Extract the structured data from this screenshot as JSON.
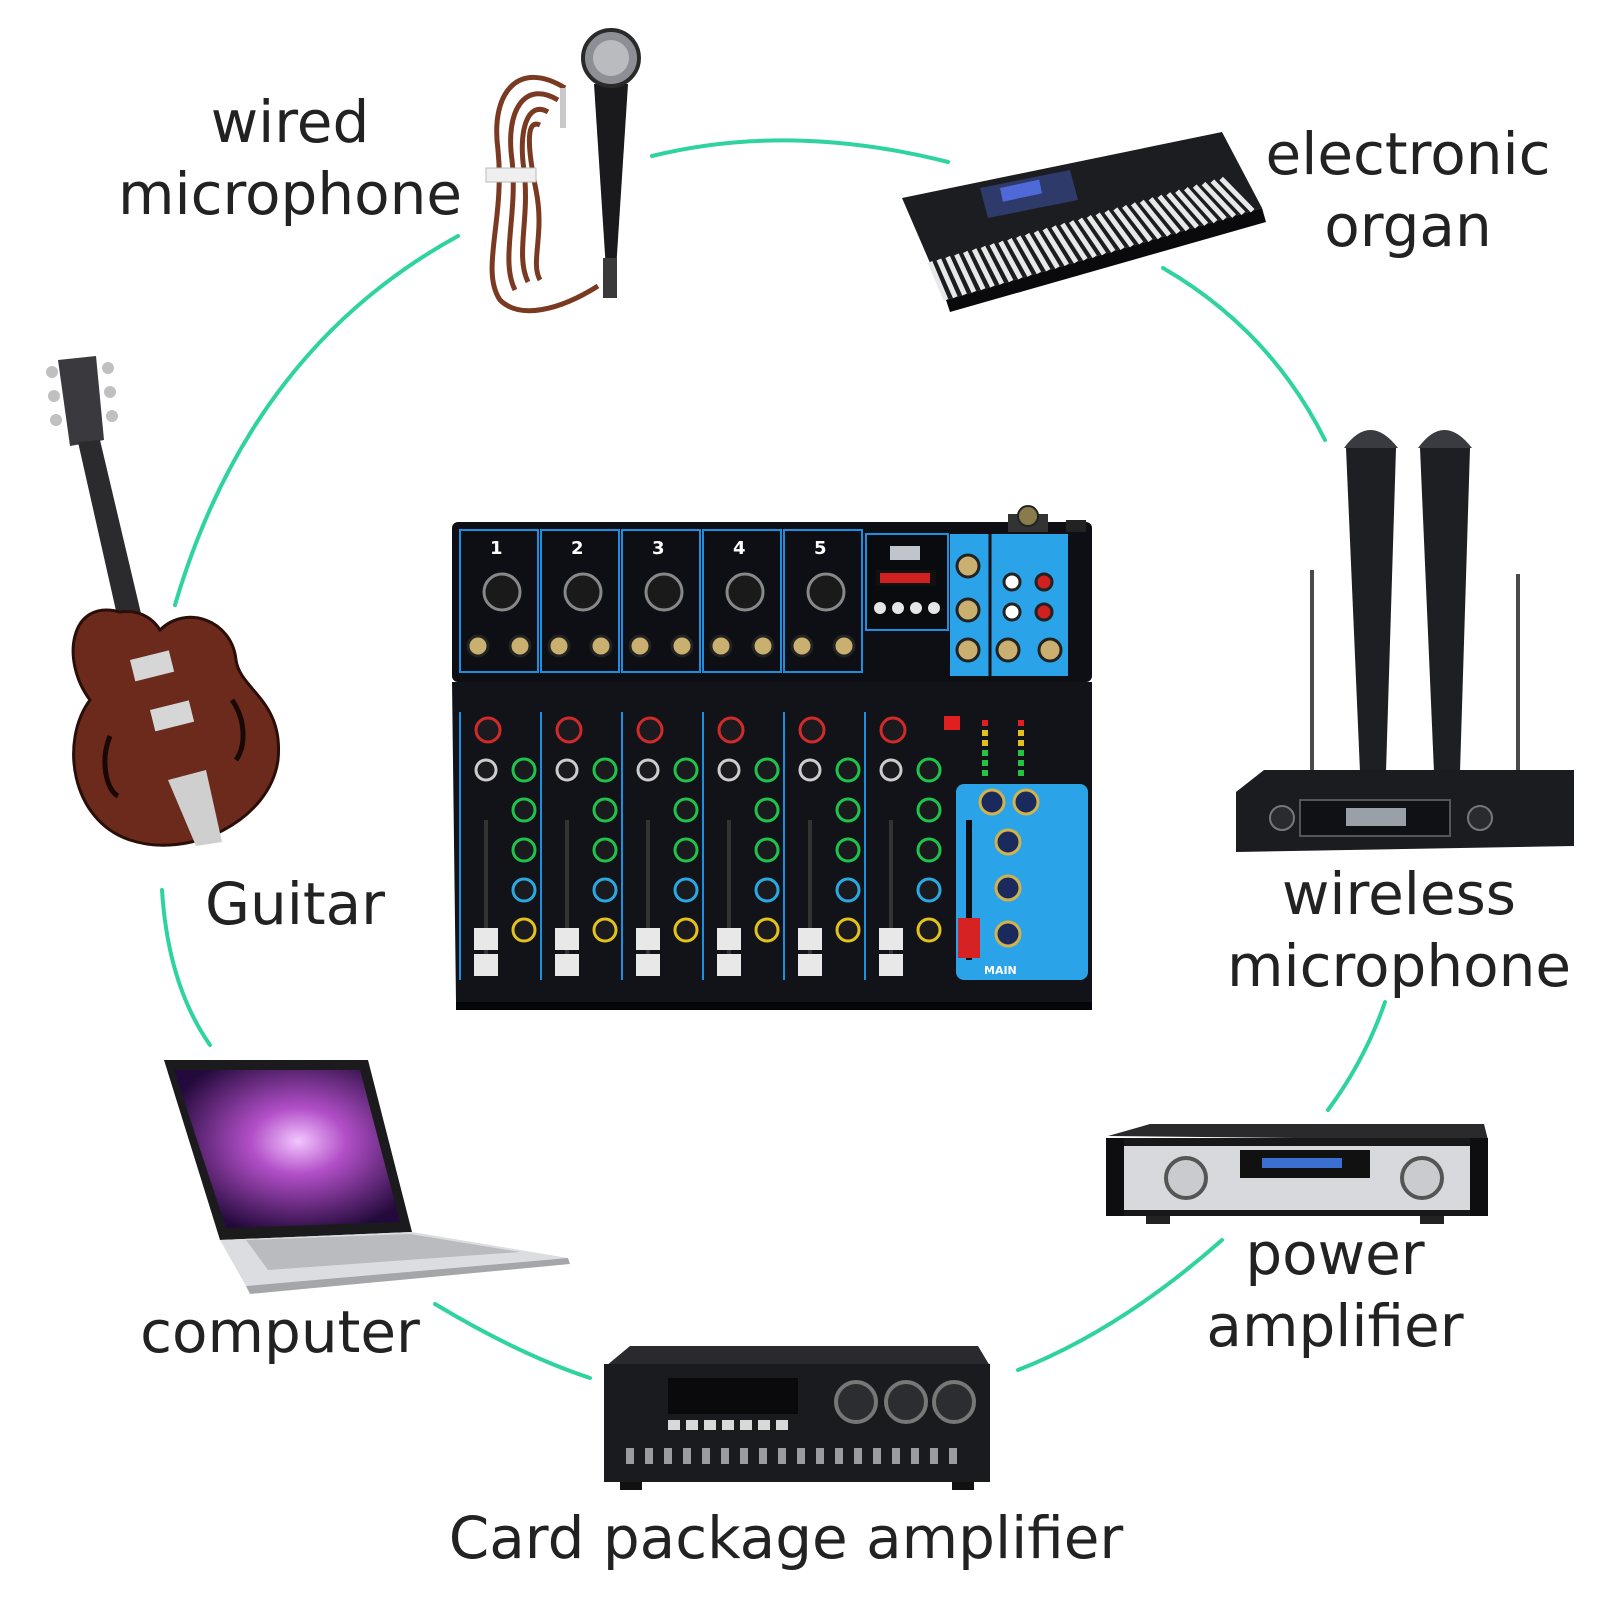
{
  "colors": {
    "ring": "#2fd3a0",
    "mixer_body": "#0d0f14",
    "mixer_accent": "#1d8fe0",
    "mixer_panel": "#2aa3e8",
    "label_text": "#222222"
  },
  "mixer": {
    "channel_numbers": [
      "1",
      "2",
      "3",
      "4",
      "5"
    ],
    "section_label": "MAIN"
  },
  "devices": {
    "wired_microphone": {
      "label": [
        "wired",
        "microphone"
      ],
      "icon": "wired-microphone-icon"
    },
    "electronic_organ": {
      "label": [
        "electronic",
        "organ"
      ],
      "icon": "keyboard-icon"
    },
    "wireless_microphone": {
      "label": [
        "wireless",
        "microphone"
      ],
      "icon": "wireless-mic-receiver-icon"
    },
    "power_amplifier": {
      "label": [
        "power",
        "amplifier"
      ],
      "icon": "power-amplifier-icon"
    },
    "card_package_amplifier": {
      "label": [
        "Card package amplifier"
      ],
      "icon": "karaoke-amplifier-icon"
    },
    "computer": {
      "label": [
        "computer"
      ],
      "icon": "laptop-icon"
    },
    "guitar": {
      "label": [
        "Guitar"
      ],
      "icon": "guitar-icon"
    }
  }
}
